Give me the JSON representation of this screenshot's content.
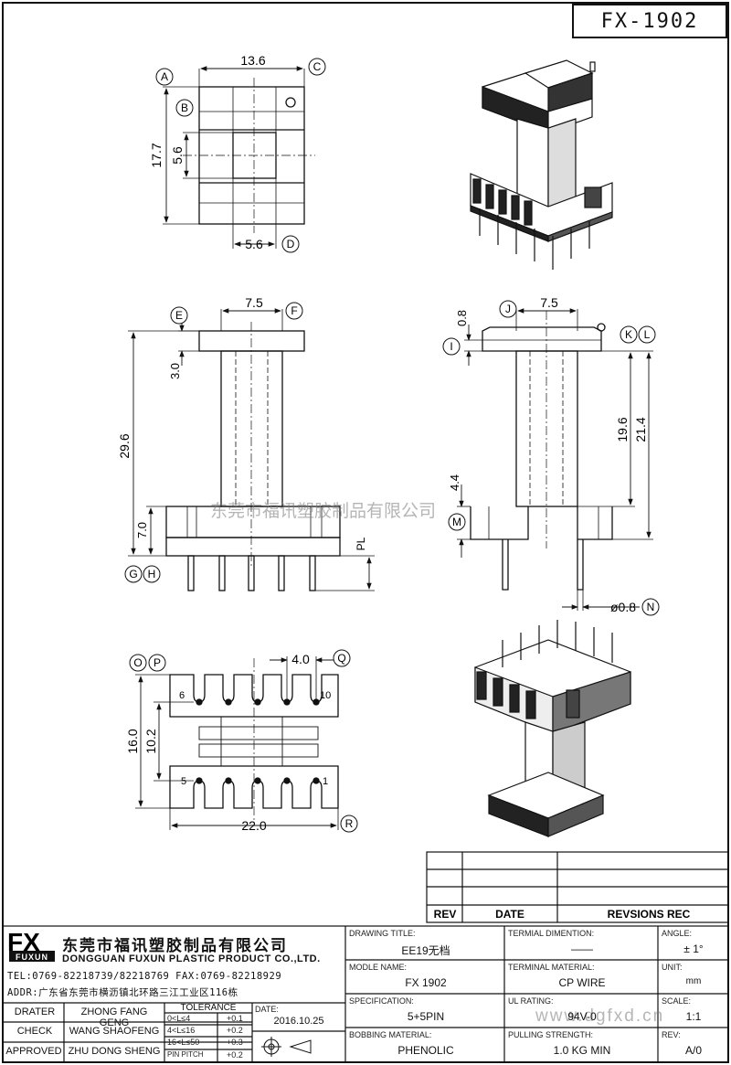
{
  "drawing_number": "FX-1902",
  "watermark": {
    "company": "东莞市福讯塑胶制品有限公司",
    "site": "www.dgfxd.cn"
  },
  "views": {
    "top": {
      "dims": [
        "13.6",
        "17.7",
        "5.6",
        "5.6"
      ],
      "callouts": [
        "A",
        "B",
        "C",
        "D"
      ]
    },
    "front": {
      "dims": [
        "7.5",
        "3.0",
        "29.6",
        "7.0",
        "PL"
      ],
      "callouts": [
        "E",
        "F",
        "G",
        "H"
      ]
    },
    "side": {
      "dims": [
        "0.8",
        "7.5",
        "19.6",
        "21.4",
        "4.4",
        "ø0.8"
      ],
      "callouts": [
        "I",
        "J",
        "K",
        "L",
        "M",
        "N"
      ]
    },
    "bottom": {
      "dims": [
        "4.0",
        "16.0",
        "10.2",
        "22.0"
      ],
      "callouts": [
        "O",
        "P",
        "Q",
        "R"
      ],
      "pins": [
        "6",
        "10",
        "5",
        "1"
      ]
    }
  },
  "revision_table": {
    "headers": [
      "REV",
      "DATE",
      "REVSIONS REC"
    ]
  },
  "company": {
    "logo": "FX",
    "logo_sub": "FUXUN",
    "cn_name": "东莞市福讯塑胶制品有限公司",
    "en_name": "DONGGUAN FUXUN PLASTIC PRODUCT CO.,LTD.",
    "tel": "TEL:0769-82218739/82218769 FAX:0769-82218929",
    "addr": "ADDR:广东省东莞市横沥镇北环路三江工业区116栋"
  },
  "signoff": [
    {
      "role": "DRATER",
      "name": "ZHONG FANG GENG"
    },
    {
      "role": "CHECK",
      "name": "WANG SHAOFENG"
    },
    {
      "role": "APPROVED",
      "name": "ZHU DONG SHENG"
    }
  ],
  "tolerance": {
    "title": "TOLERANCE",
    "rows": [
      {
        "range": "0<L≤4",
        "value": "+0.1"
      },
      {
        "range": "4<L≤16",
        "value": "+0.2"
      },
      {
        "range": "16<L≤50",
        "value": "+0.3"
      },
      {
        "range": "PIN PITCH",
        "value": "+0.2"
      }
    ]
  },
  "date": {
    "label": "DATE:",
    "value": "2016.10.25"
  },
  "fields": {
    "drawing_title": {
      "label": "DRAWING TITLE:",
      "value": "EE19无档"
    },
    "terminal_dimension": {
      "label": "TERMIAL DIMENTION:",
      "value": "——"
    },
    "angle": {
      "label": "ANGLE:",
      "value": "± 1°"
    },
    "model_name": {
      "label": "MODLE NAME:",
      "value": "FX 1902"
    },
    "terminal_material": {
      "label": "TERMINAL MATERIAL:",
      "value": "CP WIRE"
    },
    "unit": {
      "label": "UNIT:",
      "value": "mm"
    },
    "specification": {
      "label": "SPECIFICATION:",
      "value": "5+5PIN"
    },
    "ul_rating": {
      "label": "UL RATING:",
      "value": "94V-0"
    },
    "scale": {
      "label": "SCALE:",
      "value": "1:1"
    },
    "bobbing_material": {
      "label": "BOBBING MATERIAL:",
      "value": "PHENOLIC"
    },
    "pulling_strength": {
      "label": "PULLING STRENGTH:",
      "value": "1.0 KG MIN"
    },
    "rev": {
      "label": "REV:",
      "value": "A/0"
    }
  }
}
